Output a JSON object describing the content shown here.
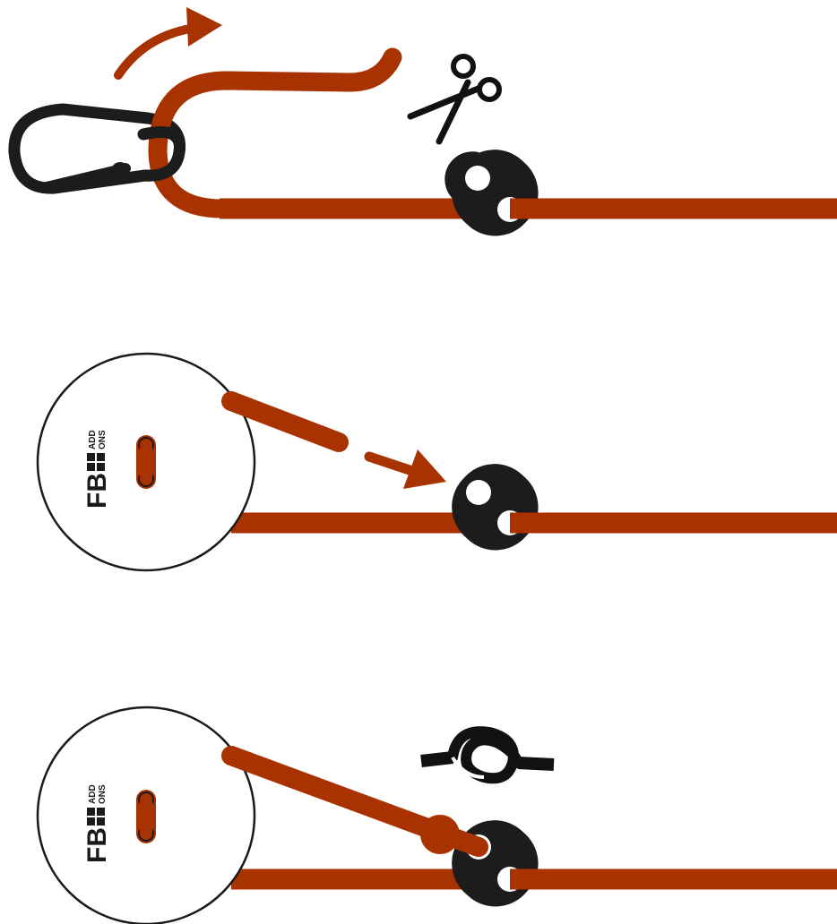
{
  "colors": {
    "cord": "#A83200",
    "hardware": "#1c1c1c",
    "outline": "#1a1a1a",
    "background": "#ffffff"
  },
  "steps": [
    {
      "icons": [
        "carabiner-icon",
        "cord-loop-icon",
        "curved-arrow-icon",
        "scissors-icon",
        "cord-lock-icon"
      ]
    },
    {
      "icons": [
        "button-logo-icon",
        "dashed-arrow-icon",
        "cord-lock-icon"
      ]
    },
    {
      "icons": [
        "button-logo-icon",
        "knot-icon",
        "cord-lock-icon"
      ]
    }
  ],
  "logo": {
    "letters": "FB",
    "line1": "ADD",
    "line2": "ONS"
  }
}
